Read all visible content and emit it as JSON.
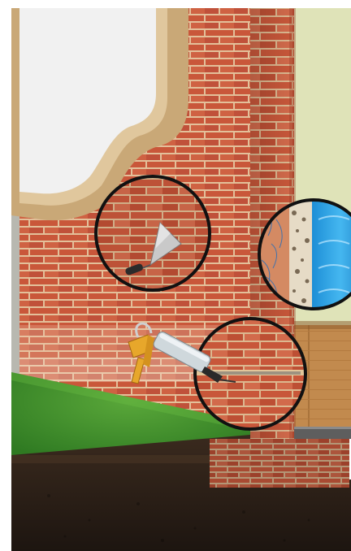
{
  "illustration": {
    "subject": "cutaway-of-brick-wall-with-damp-proofing",
    "callouts": [
      {
        "id": "trowel-pointing",
        "icon": "trowel-icon"
      },
      {
        "id": "membrane-section",
        "icon": "waterproof-layer-icon"
      },
      {
        "id": "sealant-injection",
        "icon": "caulk-gun-icon"
      }
    ],
    "colors": {
      "brick": "#c8573a",
      "mortar": "#e7c9a2",
      "render_frame": "#c9a877",
      "plaster": "#f2f2f2",
      "grass": "#3f8f2a",
      "soil": "#2a1f16",
      "interior_wall": "#dfe3b8",
      "floor": "#b07a3e",
      "water": "#2aa6e6",
      "callout_ring": "#111111"
    }
  }
}
